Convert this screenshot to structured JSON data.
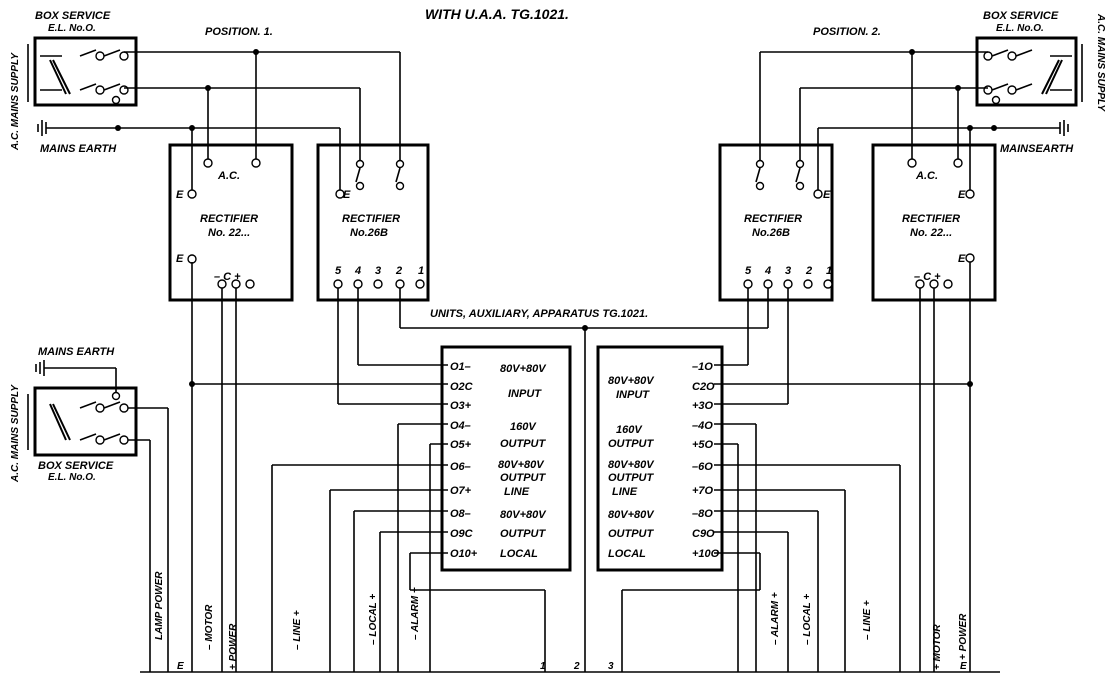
{
  "title": "WITH U.A.A. TG.1021.",
  "positions": [
    "POSITION. 1.",
    "POSITION. 2."
  ],
  "box_service": {
    "title": "BOX SERVICE",
    "code": "E.L. No.O.",
    "code_alt": "E.L. No.O."
  },
  "labels": {
    "ac_mains_supply": "A.C. MAINS SUPPLY",
    "mains_earth": "MAINS EARTH",
    "mains_earth_joined": "MAINSEARTH"
  },
  "rectifiers": [
    {
      "title": "RECTIFIER",
      "model": "No. 22...",
      "ac": "A.C."
    },
    {
      "title": "RECTIFIER",
      "model": "No.26B"
    },
    {
      "title": "RECTIFIER",
      "model": "No.26B"
    },
    {
      "title": "RECTIFIER",
      "model": "No. 22...",
      "ac": "A.C."
    }
  ],
  "terminals": {
    "e": "E",
    "minus_c_plus": "– C +"
  },
  "pins": [
    "5",
    "4",
    "3",
    "2",
    "1"
  ],
  "units_label": "UNITS, AUXILIARY, APPARATUS TG.1021.",
  "left_unit": {
    "terms": [
      "O1–",
      "O2C",
      "O3+",
      "O4–",
      "O5+",
      "O6–",
      "O7+",
      "O8–",
      "O9C",
      "O10+"
    ],
    "groups": [
      {
        "l1": "80V+80V",
        "l2": "INPUT"
      },
      {
        "l1": "160V",
        "l2": "OUTPUT"
      },
      {
        "l1": "80V+80V",
        "l2": "OUTPUT",
        "l3": "LINE"
      },
      {
        "l1": "80V+80V",
        "l2": "OUTPUT",
        "l3": "LOCAL"
      }
    ]
  },
  "right_unit": {
    "terms": [
      "–1O",
      "C2O",
      "+3O",
      "–4O",
      "+5O",
      "–6O",
      "+7O",
      "–8O",
      "C9O",
      "+10O"
    ],
    "groups": [
      {
        "l1": "80V+80V",
        "l2": "INPUT"
      },
      {
        "l1": "160V",
        "l2": "OUTPUT"
      },
      {
        "l1": "80V+80V",
        "l2": "OUTPUT",
        "l3": "LINE"
      },
      {
        "l1": "80V+80V",
        "l2": "OUTPUT",
        "l3": "LOCAL"
      }
    ]
  },
  "bottom": {
    "lamp_power": "LAMP POWER",
    "e": "E",
    "motor": "– MOTOR",
    "motor_plus": "+ MOTOR",
    "power": "+ POWER",
    "line": "– LINE +",
    "local": "– LOCAL +",
    "alarm": "– ALARM +",
    "n1": "1",
    "n2": "2",
    "n3": "3"
  }
}
